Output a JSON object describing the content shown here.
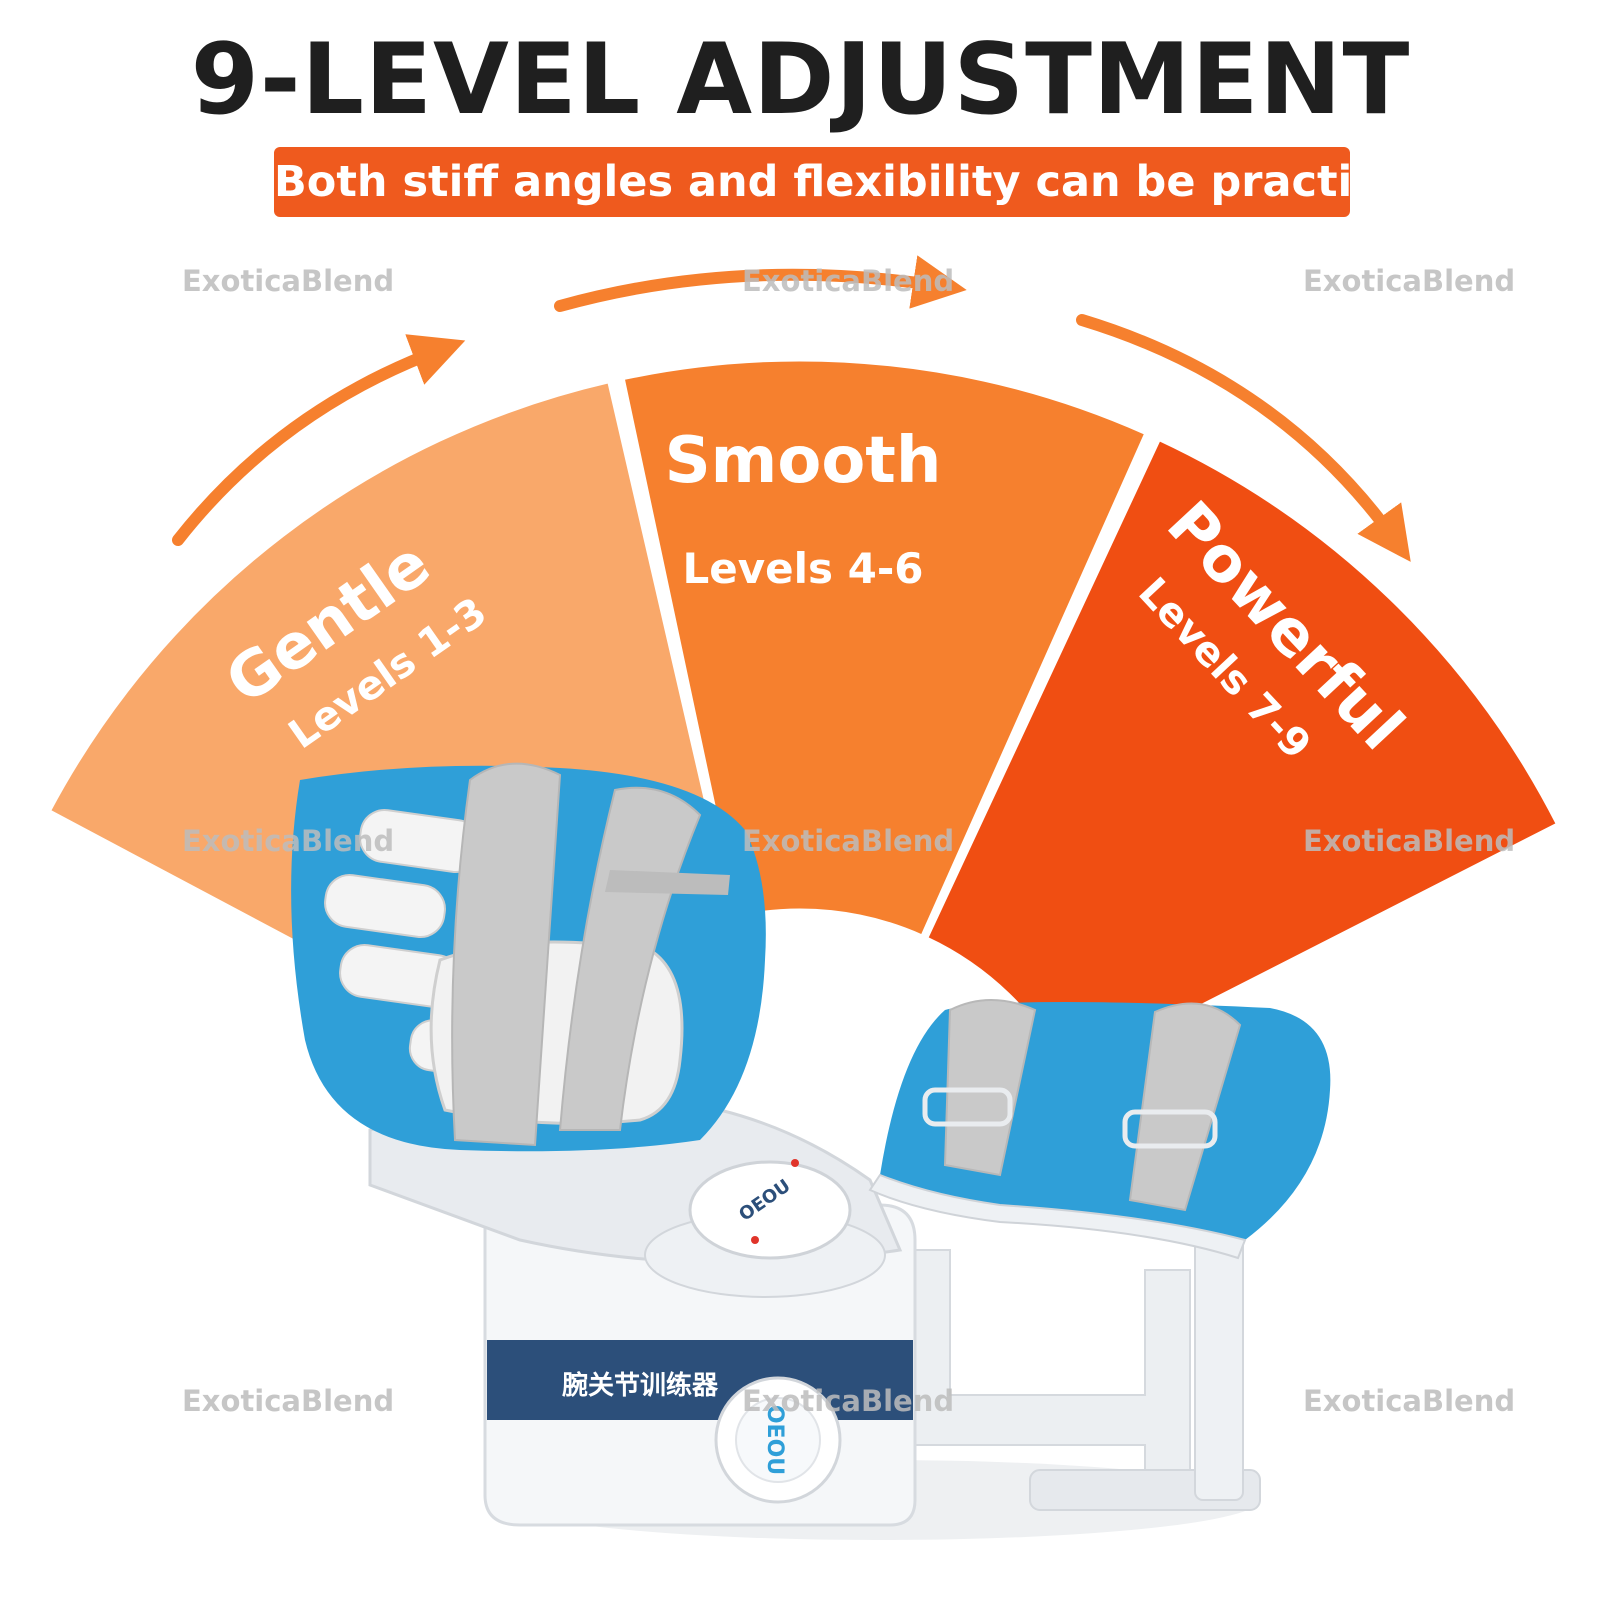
{
  "title": "9-LEVEL ADJUSTMENT",
  "subtitle": "Both stiff angles and flexibility can be practiced",
  "watermark": "ExoticaBlend",
  "segments": [
    {
      "name": "Gentle",
      "levels": "Levels 1-3",
      "color": "#f9a86a"
    },
    {
      "name": "Smooth",
      "levels": "Levels 4-6",
      "color": "#f6802e"
    },
    {
      "name": "Powerful",
      "levels": "Levels 7-9",
      "color": "#f04e12"
    }
  ],
  "device": {
    "dial_brand": "OEOU",
    "label_text": "腕关节训练器",
    "colors": {
      "pad": "#2f9fd8",
      "strap": "#c9c9c9",
      "body": "#f4f6f8",
      "band": "#2c4f7a"
    }
  }
}
